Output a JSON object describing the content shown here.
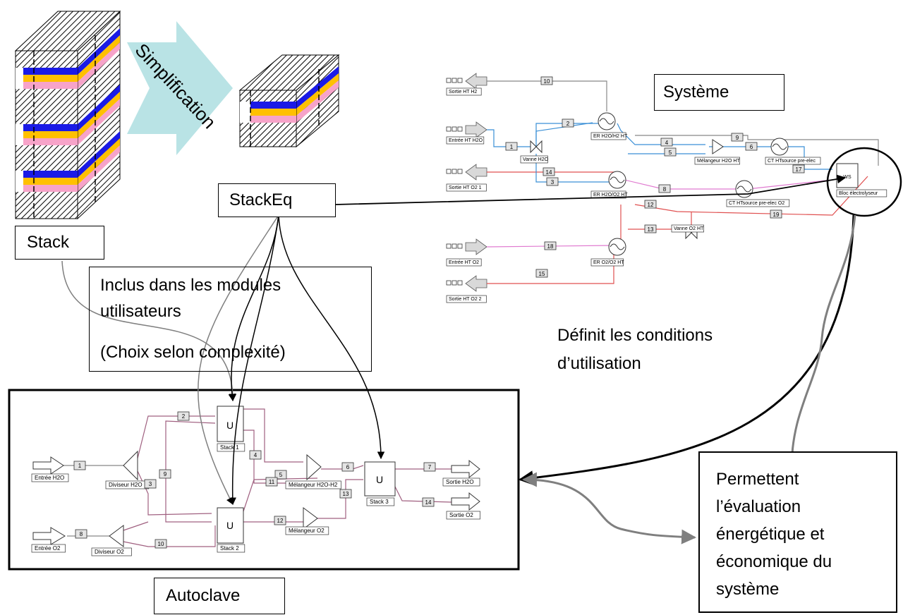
{
  "labels": {
    "stack": "Stack",
    "stackeq": "StackEq",
    "simplification": "Simplification",
    "systeme": "Système",
    "autoclave": "Autoclave",
    "inclus_line1": "Inclus dans les modules",
    "inclus_line2": "utilisateurs",
    "inclus_line3": "(Choix selon complexité)",
    "definit_line1": "Définit les conditions",
    "definit_line2": "d’utilisation",
    "permettent_lines": [
      "Permettent",
      "l’évaluation",
      "énergétique et",
      "économique du",
      "système"
    ]
  },
  "systeme_diagram": {
    "nodes": [
      "Sortie HT H2",
      "Entrée HT H2O",
      "Sortie HT O2 1",
      "Entrée HT O2",
      "Sortie HT O2 2",
      "Vanne H2O",
      "ER H2O/H2 HT",
      "ER H2O/O2 HT",
      "Mélangeur H2O HT",
      "CT HTsource pre-elec",
      "CT HTsource pre-elec O2",
      "Bloc électrolyseur",
      "Vanne O2 HT",
      "ER O2/O2 HT",
      "WS"
    ],
    "streams": [
      "10",
      "2",
      "1",
      "4",
      "9",
      "5",
      "6",
      "14",
      "3",
      "17",
      "8",
      "12",
      "19",
      "13",
      "18",
      "15"
    ]
  },
  "autoclave_diagram": {
    "nodes": [
      "Entrée H2O",
      "Diviseur H2O",
      "Stack 1",
      "Mélangeur H2O-H2",
      "Stack 3",
      "Sortie H2O",
      "Sortie O2",
      "Entrée O2",
      "Diviseur O2",
      "Stack 2",
      "Mélangeur O2",
      "U"
    ],
    "streams": [
      "1",
      "2",
      "3",
      "4",
      "5",
      "6",
      "7",
      "8",
      "9",
      "10",
      "11",
      "12",
      "13",
      "14"
    ]
  },
  "colors": {
    "blue_layer": "#1a1ae6",
    "yellow_layer": "#ffc000",
    "pink_layer": "#f7a3c9",
    "arrow_fill": "#b9e3e5",
    "grey_curve": "#7f7f7f",
    "h2o_line": "#3a8fd6",
    "o2_line": "#e05050",
    "pink_line": "#e07ad0"
  }
}
